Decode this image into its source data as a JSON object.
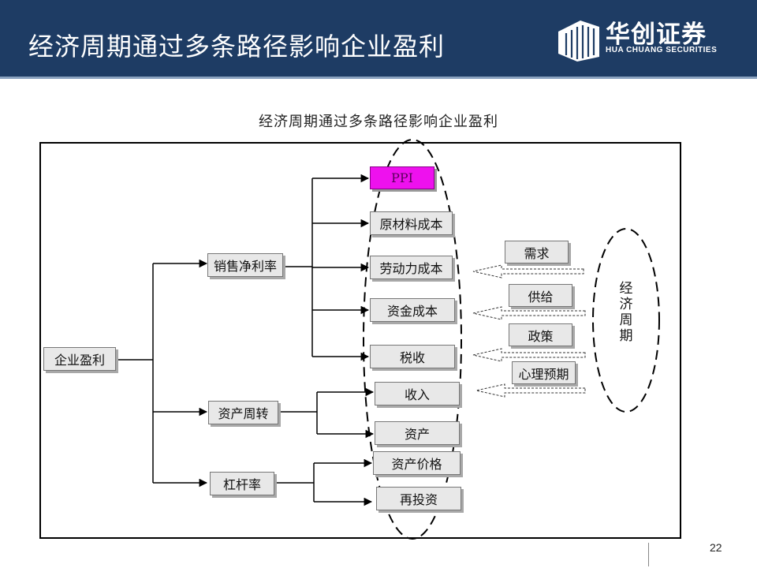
{
  "header": {
    "title": "经济周期通过多条路径影响企业盈利",
    "logo_cn": "华创证券",
    "logo_en": "HUA CHUANG SECURITIES"
  },
  "figure": {
    "title": "经济周期通过多条路径影响企业盈利",
    "root": "企业盈利",
    "branches": [
      {
        "label": "销售净利率",
        "children": [
          "PPI",
          "原材料成本",
          "劳动力成本",
          "资金成本",
          "税收"
        ]
      },
      {
        "label": "资产周转",
        "children": [
          "收入",
          "资产"
        ]
      },
      {
        "label": "杠杆率",
        "children": [
          "资产价格",
          "再投资"
        ]
      }
    ],
    "drivers": [
      "需求",
      "供给",
      "政策",
      "心理预期"
    ],
    "cycle_label": [
      "经",
      "济",
      "周",
      "期"
    ]
  },
  "colors": {
    "header_bg": "#1e3c64",
    "ppi_highlight": "#ee11ee",
    "node_bg": "#e8e8e8"
  },
  "footer": {
    "page_number": "22"
  }
}
